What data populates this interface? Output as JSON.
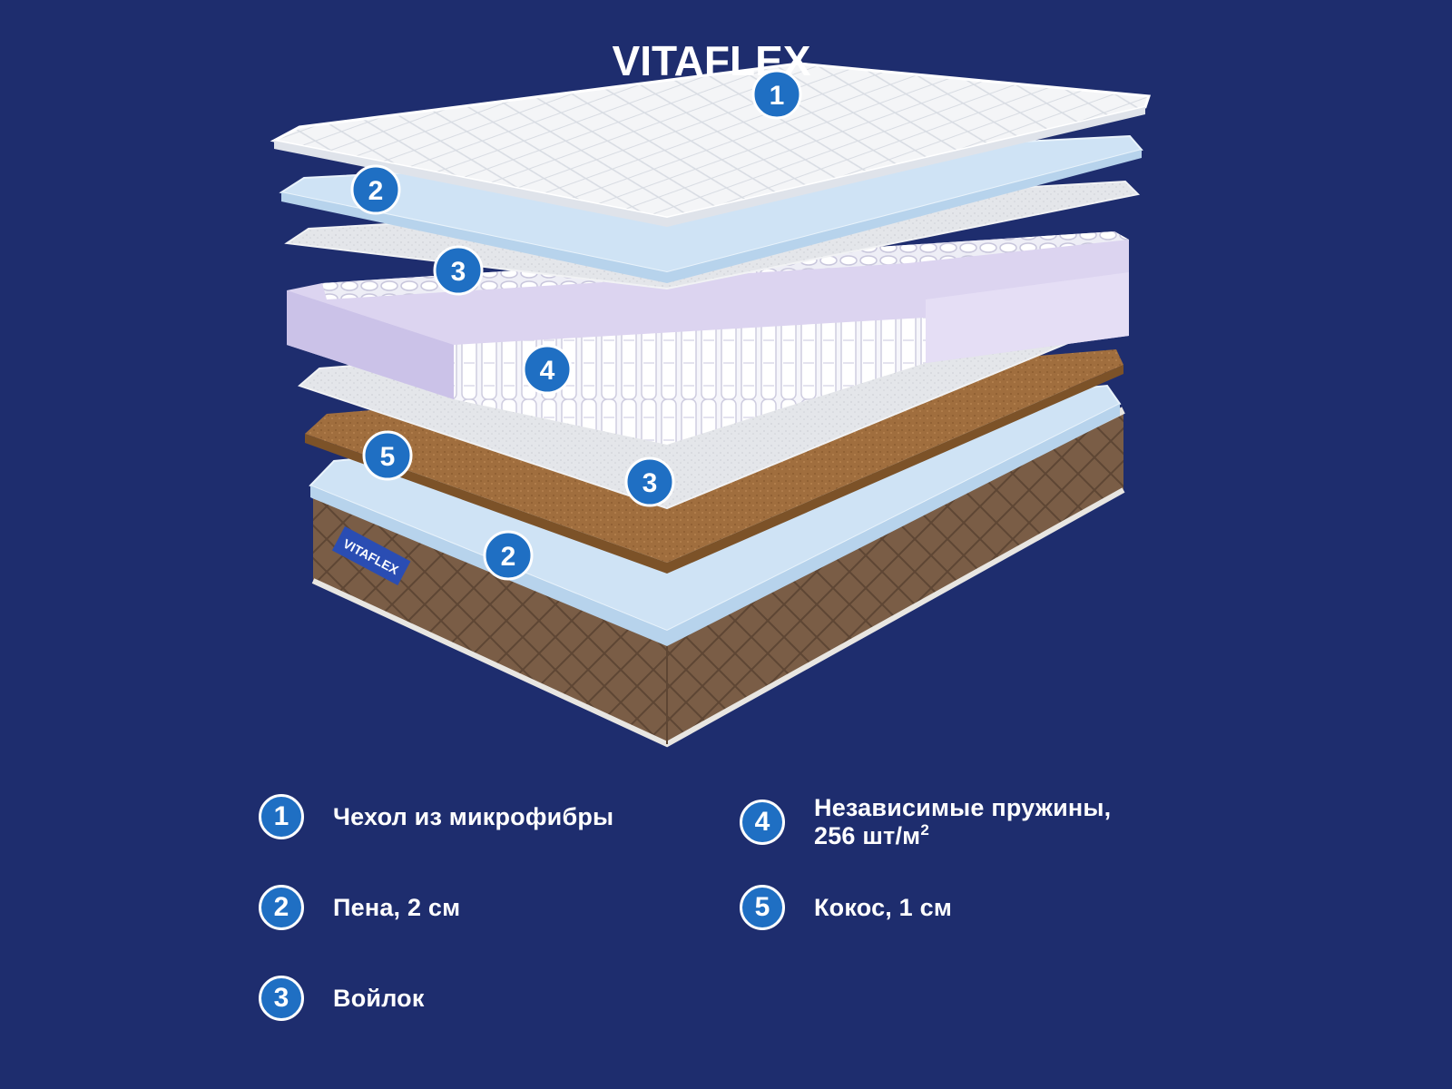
{
  "brand": {
    "name": "VITAFLEX",
    "tag_text": "VITAFLEX"
  },
  "colors": {
    "background": "#1e2d6e",
    "badge": "#1f6fc3",
    "cover": "#f4f5f7",
    "foam": "#cfe3f5",
    "felt": "#e3e5e8",
    "springs_side": "#dcd4f0",
    "coconut": "#a06e3e",
    "base_side": "#7a5d46"
  },
  "layer_badges": [
    "1",
    "2",
    "3",
    "4",
    "3",
    "5",
    "2"
  ],
  "legend": {
    "items": [
      {
        "number": "1",
        "label": "Чехол из микрофибры",
        "label2": ""
      },
      {
        "number": "2",
        "label": "Пена, 2 см",
        "label2": ""
      },
      {
        "number": "3",
        "label": "Войлок",
        "label2": ""
      },
      {
        "number": "4",
        "label": "Независимые пружины,",
        "label2": "256 шт/м",
        "sup": "2"
      },
      {
        "number": "5",
        "label": "Кокос, 1 см",
        "label2": ""
      }
    ]
  }
}
